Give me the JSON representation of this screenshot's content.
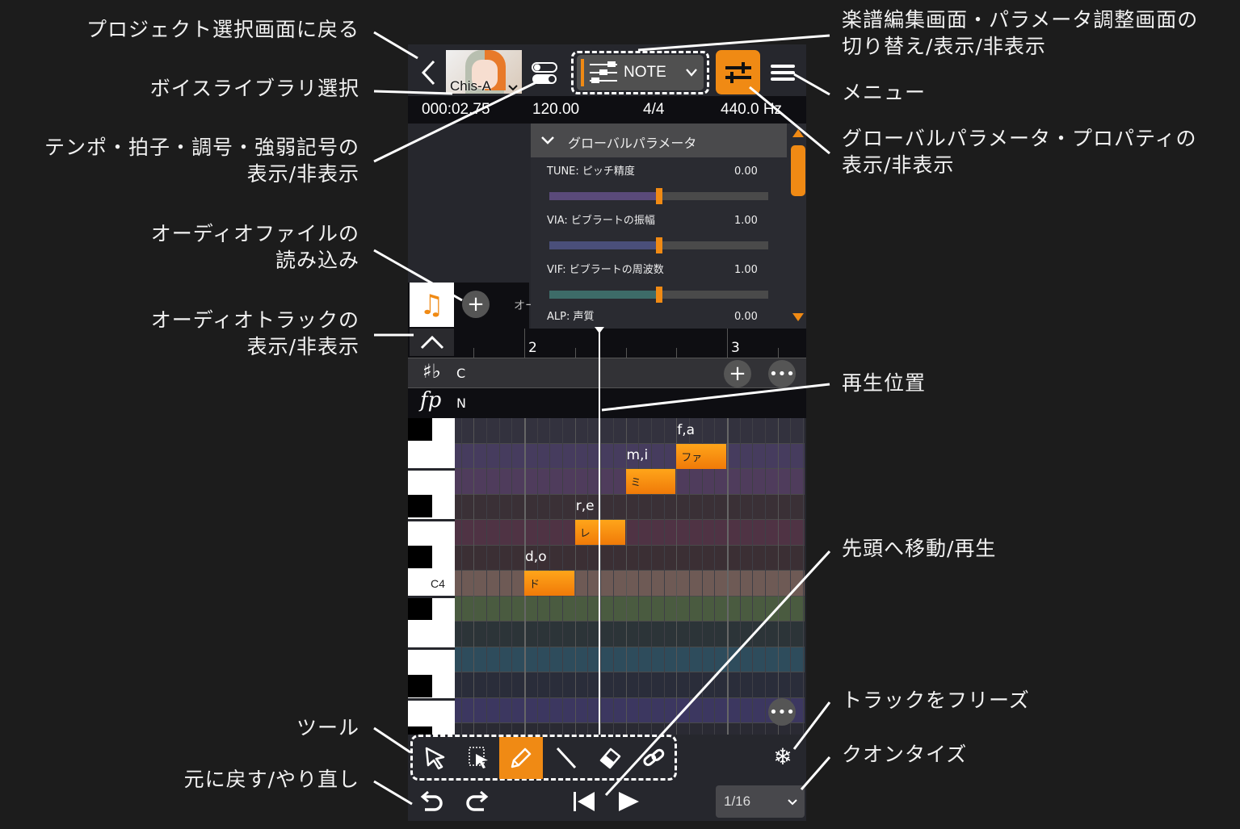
{
  "annotations": {
    "back_to_project": "プロジェクト選択画面に戻る",
    "voice_library": "ボイスライブラリ選択",
    "tempo_toggle": [
      "テンポ・拍子・調号・強弱記号の",
      "表示/非表示"
    ],
    "audio_load": [
      "オーディオファイルの",
      "読み込み"
    ],
    "audio_track_toggle": [
      "オーディオトラックの",
      "表示/非表示"
    ],
    "tools": "ツール",
    "undo_redo": "元に戻す/やり直し",
    "editor_switch": [
      "楽譜編集画面・パラメータ調整画面の",
      "切り替え/表示/非表示"
    ],
    "menu": "メニュー",
    "global_params": [
      "グローバルパラメータ・プロパティの",
      "表示/非表示"
    ],
    "playhead": "再生位置",
    "go_start_play": "先頭へ移動/再生",
    "freeze": "トラックをフリーズ",
    "quantize": "クオンタイズ"
  },
  "header": {
    "voice_name": "Chis-A",
    "mode_label": "NOTE"
  },
  "info_bar": {
    "time": "000:02.75",
    "tempo": "120.00",
    "time_signature": "4/4",
    "pitch": "440.0 Hz"
  },
  "global_panel": {
    "title": "グローバルパラメータ",
    "params": [
      {
        "label": "TUNE: ピッチ精度",
        "value": "0.00",
        "fraction": 0.5,
        "color": "#5a4a7a"
      },
      {
        "label": "VIA: ビブラートの振幅",
        "value": "1.00",
        "fraction": 0.5,
        "color": "#4a4f7a"
      },
      {
        "label": "VIF: ビブラートの周波数",
        "value": "1.00",
        "fraction": 0.5,
        "color": "#3d6b68"
      },
      {
        "label": "ALP: 声質",
        "value": "0.00"
      }
    ]
  },
  "audio_track": {
    "label": "オー"
  },
  "ruler": {
    "bars": [
      "2",
      "3"
    ]
  },
  "key_row": {
    "key": "C"
  },
  "dynamics_row": {
    "dynamic": "N"
  },
  "piano": {
    "c4_label": "C4"
  },
  "notes": [
    {
      "lyric": "d,o",
      "text": "ド"
    },
    {
      "lyric": "r,e",
      "text": "レ"
    },
    {
      "lyric": "m,i",
      "text": "ミ"
    },
    {
      "lyric": "f,a",
      "text": "ファ"
    }
  ],
  "row_colors": [
    "#33323e",
    "#463c5e",
    "#4f3c5c",
    "#3a3036",
    "#4f3344",
    "#3b2f34",
    "#6e5a55",
    "#4a5b40",
    "#2c3438",
    "#2e4c5c",
    "#2a2d3a",
    "#3c3760",
    "#2a2a33"
  ],
  "quantize": {
    "value": "1/16"
  },
  "colors": {
    "accent": "#f08a14",
    "background": "#26272d"
  }
}
